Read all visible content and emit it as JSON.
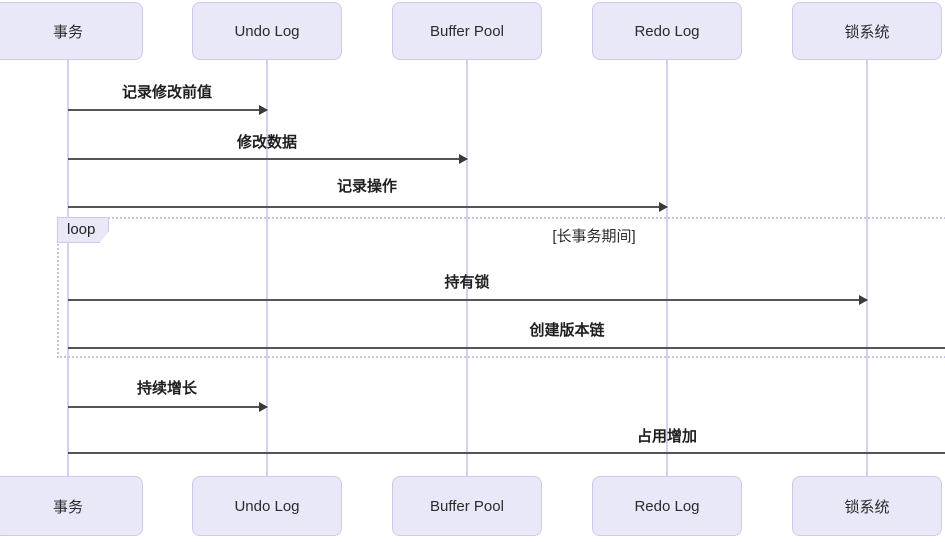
{
  "diagram": {
    "type": "sequence-diagram",
    "participants": [
      {
        "label": "事务"
      },
      {
        "label": "Undo Log"
      },
      {
        "label": "Buffer Pool"
      },
      {
        "label": "Redo Log"
      },
      {
        "label": "锁系统"
      }
    ],
    "messages": [
      {
        "label": "记录修改前值",
        "from": "事务",
        "to": "Undo Log"
      },
      {
        "label": "修改数据",
        "from": "事务",
        "to": "Buffer Pool"
      },
      {
        "label": "记录操作",
        "from": "事务",
        "to": "Redo Log"
      },
      {
        "label": "持有锁",
        "from": "事务",
        "to": "锁系统"
      },
      {
        "label": "创建版本链",
        "from": "事务",
        "to": "offscreen-right"
      },
      {
        "label": "持续增长",
        "from": "事务",
        "to": "Undo Log"
      },
      {
        "label": "占用增加",
        "from": "事务",
        "to": "offscreen-right"
      }
    ],
    "loop_fragment": {
      "operator": "loop",
      "guard": "[长事务期间]"
    },
    "colors": {
      "participant_fill": "#e9e8f8",
      "participant_border": "#d0c7ec",
      "lifeline": "#d8cfef",
      "message_line": "#555555",
      "loop_border": "#cbc2e9",
      "text": "#1f1f1f"
    }
  }
}
